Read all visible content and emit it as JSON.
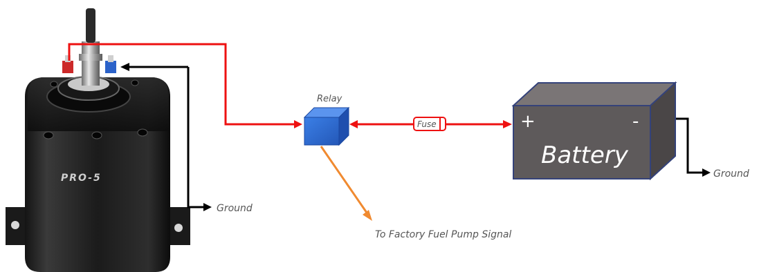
{
  "pump": {
    "brand": "PRO-5"
  },
  "relay": {
    "label": "Relay"
  },
  "fuse": {
    "label": "Fuse"
  },
  "battery": {
    "label": "Battery",
    "positive": "+",
    "negative": "-"
  },
  "grounds": {
    "pump_ground": "Ground",
    "battery_ground": "Ground"
  },
  "signal": {
    "label": "To Factory Fuel Pump Signal"
  },
  "colors": {
    "power_wire": "#ee1111",
    "ground_wire": "#000000",
    "signal_wire": "#f08a30",
    "relay_fill": "#2f6fd6",
    "battery_fill": "#5e5a5b",
    "text": "#555555"
  }
}
